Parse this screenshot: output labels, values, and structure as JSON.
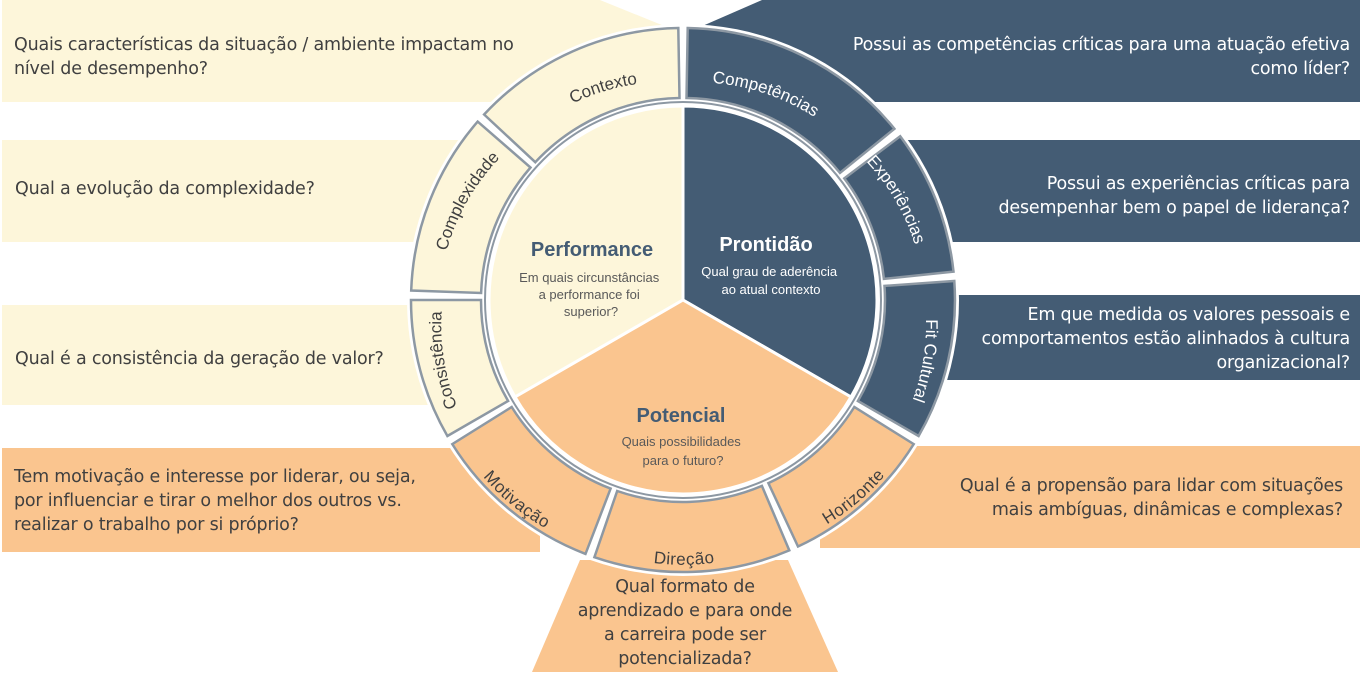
{
  "colors": {
    "performance": "#fdf6da",
    "prontidao": "#445c74",
    "potencial": "#fac58f",
    "ring_border": "#8d98a3",
    "text_dark": "#404040",
    "text_light": "#ffffff"
  },
  "sections": {
    "performance": {
      "title": "Performance",
      "question": [
        "Em quais circunstâncias",
        "a performance foi",
        "superior?"
      ]
    },
    "prontidao": {
      "title": "Prontidão",
      "question": [
        "Qual grau de aderência",
        "ao atual contexto"
      ]
    },
    "potencial": {
      "title": "Potencial",
      "question": [
        "Quais possibilidades",
        "para o futuro?"
      ]
    }
  },
  "dimensions": {
    "contexto": {
      "label": "Contexto",
      "question": [
        "Quais características da situação / ambiente impactam no",
        "nível de desempenho?"
      ]
    },
    "complexidade": {
      "label": "Complexidade",
      "question": [
        "Qual a evolução da complexidade?"
      ]
    },
    "consistencia": {
      "label": "Consistência",
      "question": [
        "Qual é a consistência da geração de valor?"
      ]
    },
    "competencias": {
      "label": "Competências",
      "question": [
        "Possui as competências críticas para uma atuação efetiva",
        "como líder?"
      ]
    },
    "experiencias": {
      "label": "Experiências",
      "question": [
        "Possui as experiências críticas para",
        "desempenhar  bem o papel de liderança?"
      ]
    },
    "fit_cultural": {
      "label": "Fit Cultural",
      "question": [
        "Em que medida os valores pessoais e",
        "comportamentos estão alinhados à cultura",
        "organizacional?"
      ]
    },
    "motivacao": {
      "label": "Motivação",
      "question": [
        "Tem motivação e interesse por liderar, ou seja,",
        "por influenciar e tirar o melhor dos outros vs.",
        "realizar o trabalho por si próprio?"
      ]
    },
    "direcao": {
      "label": "Direção",
      "question": [
        "Qual formato de",
        "aprendizado e para onde",
        "a carreira pode ser",
        "potencializada?"
      ]
    },
    "horizonte": {
      "label": "Horizonte",
      "question": [
        "Qual é a propensão para lidar com situações",
        "mais ambíguas, dinâmicas e complexas?"
      ]
    }
  }
}
